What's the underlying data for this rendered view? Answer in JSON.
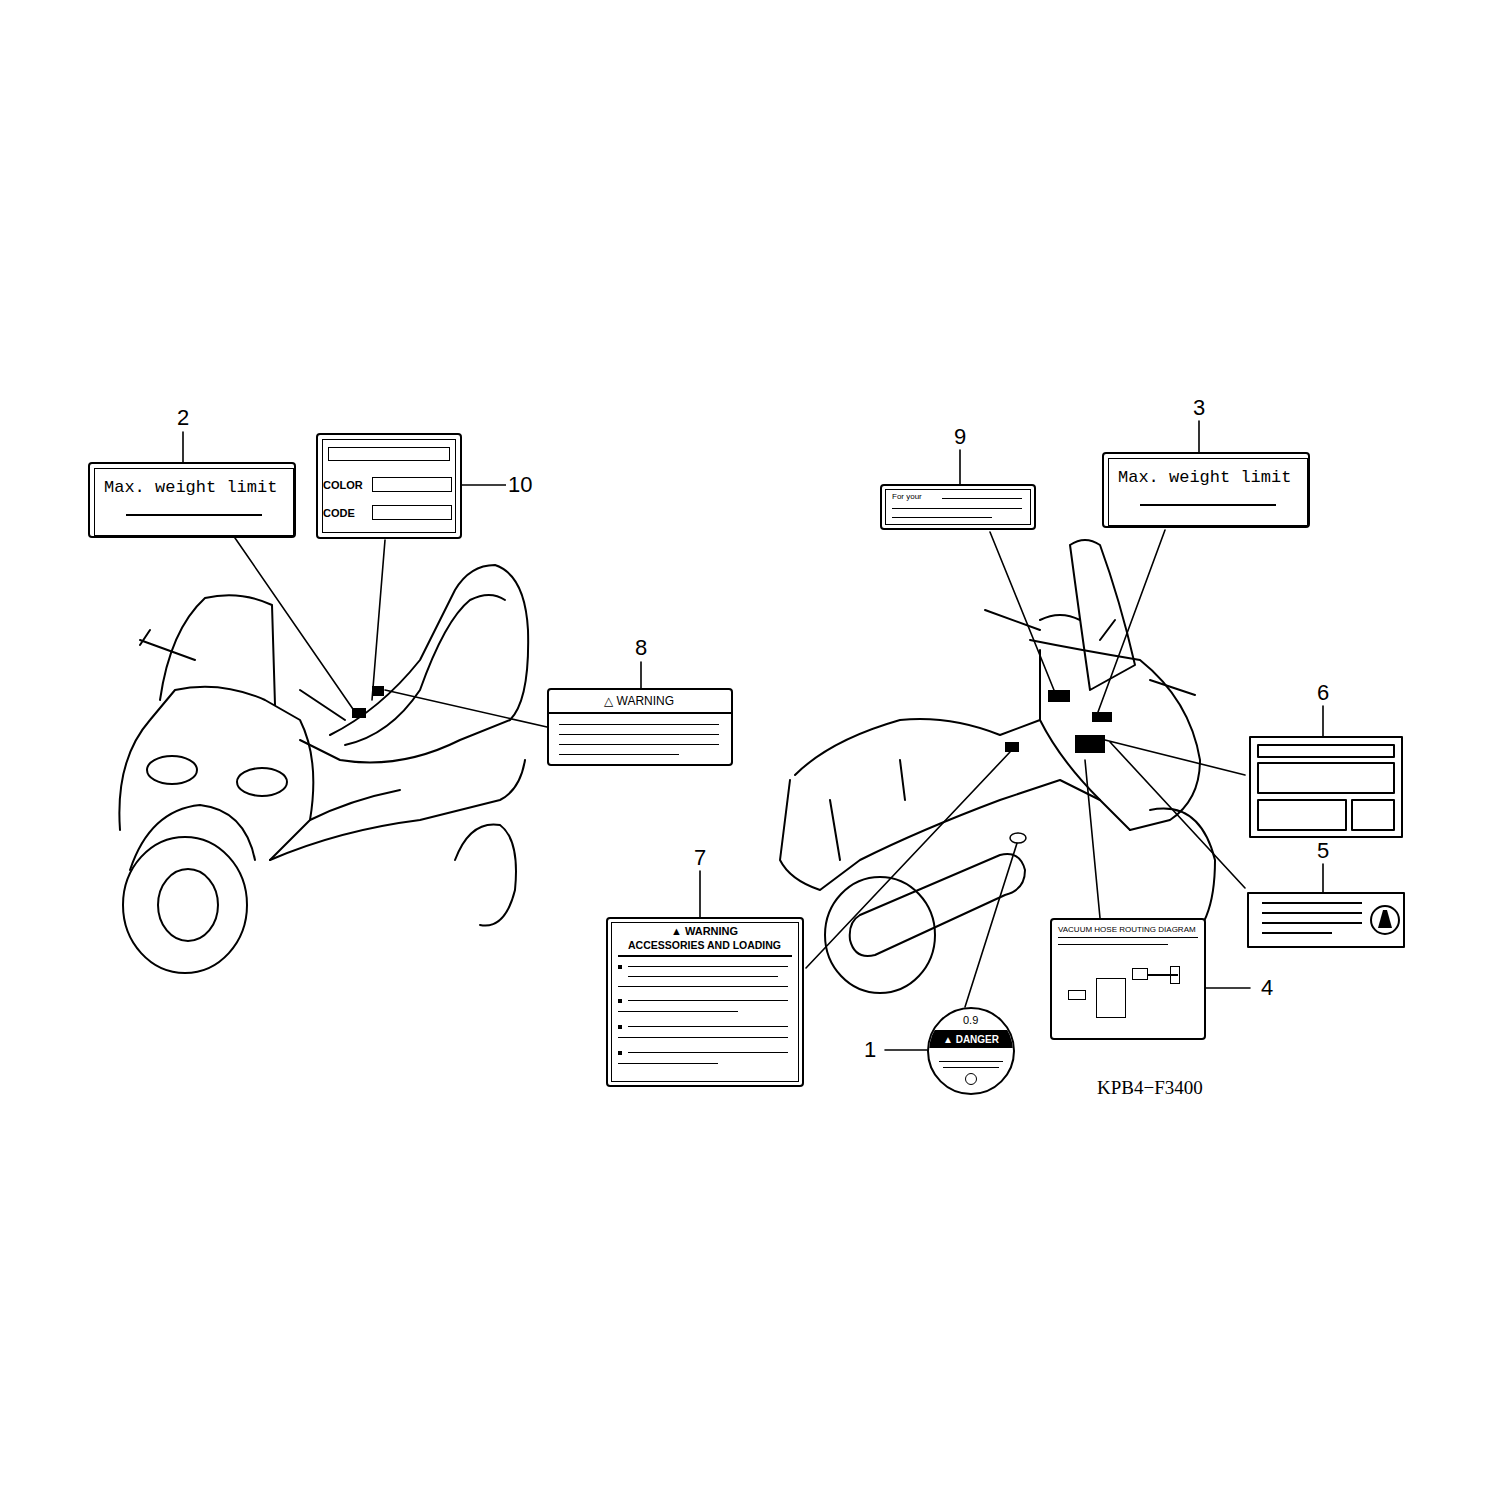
{
  "diagram": {
    "nodes": [
      {
        "text": [
          "Max. weight limit"
        ]
      },
      {
        "text": [
          "COLOR",
          "CODE"
        ]
      },
      {
        "text": [
          "△ WARNING"
        ]
      },
      {
        "text": [
          "For your"
        ]
      },
      {
        "text": [
          "Max. weight limit"
        ]
      },
      {
        "text": [
          "▲ WARNING",
          "ACCESSORIES AND LOADING"
        ]
      },
      {
        "text": [
          "0.9",
          "▲ DANGER"
        ]
      },
      {
        "text": [
          "VACUUM HOSE ROUTING DIAGRAM"
        ]
      }
    ],
    "labels": [
      "2",
      "10",
      "8",
      "9",
      "3",
      "6",
      "7",
      "5",
      "4",
      "1",
      "KPB4−F3400"
    ]
  }
}
